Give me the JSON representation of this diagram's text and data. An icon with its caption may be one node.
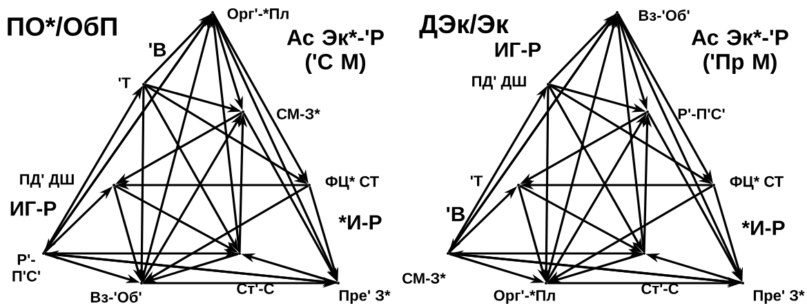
{
  "diagram": {
    "nodes": [
      {
        "text": [
          "Орг'-*Пл"
        ]
      },
      {
        "text": [
          "'Т"
        ]
      },
      {
        "text": [
          "СМ-З*"
        ]
      },
      {
        "text": [
          "ПД' ДШ"
        ]
      },
      {
        "text": [
          "ФЦ* СТ"
        ]
      },
      {
        "text": [
          "Р'- П'С'"
        ]
      },
      {
        "text": [
          "Ст'-С"
        ]
      },
      {
        "text": [
          "Вз-'Об'"
        ]
      },
      {
        "text": [
          "Пре' З*"
        ]
      },
      {
        "text": [
          "Вз-'Об'"
        ]
      },
      {
        "text": [
          "ПД' ДШ"
        ]
      },
      {
        "text": [
          "Р'-П'С'"
        ]
      },
      {
        "text": [
          "'Т"
        ]
      },
      {
        "text": [
          "ФЦ* СТ"
        ]
      },
      {
        "text": [
          "СМ-З*"
        ]
      },
      {
        "text": [
          "Ст'-С"
        ]
      },
      {
        "text": [
          "Орг'-*Пл"
        ]
      },
      {
        "text": [
          "Пре' З*"
        ]
      }
    ],
    "edges": [
      {
        "from": 5,
        "to": 0,
        "arrow": "to"
      },
      {
        "from": 0,
        "to": 5,
        "arrow": "to"
      },
      {
        "from": 5,
        "to": 1,
        "arrow": "to"
      },
      {
        "from": 1,
        "to": 0,
        "arrow": "to"
      },
      {
        "from": 7,
        "to": 0,
        "arrow": "to"
      },
      {
        "from": 0,
        "to": 2,
        "arrow": "to"
      },
      {
        "from": 0,
        "to": 4,
        "arrow": "to"
      },
      {
        "from": 0,
        "to": 8,
        "arrow": "to"
      },
      {
        "from": 6,
        "to": 0,
        "arrow": "to"
      },
      {
        "from": 1,
        "to": 2,
        "arrow": "to"
      },
      {
        "from": 1,
        "to": 4,
        "arrow": "to"
      },
      {
        "from": 1,
        "to": 6,
        "arrow": "to"
      },
      {
        "from": 1,
        "to": 7,
        "arrow": "to"
      },
      {
        "from": 2,
        "to": 3,
        "arrow": "to"
      },
      {
        "from": 6,
        "to": 2,
        "arrow": "to"
      },
      {
        "from": 7,
        "to": 2,
        "arrow": "to"
      },
      {
        "from": 2,
        "to": 8,
        "arrow": "to"
      },
      {
        "from": 4,
        "to": 3,
        "arrow": "to"
      },
      {
        "from": 5,
        "to": 3,
        "arrow": "to"
      },
      {
        "from": 3,
        "to": 6,
        "arrow": "to"
      },
      {
        "from": 3,
        "to": 7,
        "arrow": "to"
      },
      {
        "from": 4,
        "to": 7,
        "arrow": "to"
      },
      {
        "from": 5,
        "to": 6,
        "arrow": "to"
      },
      {
        "from": 5,
        "to": 8,
        "arrow": "to"
      },
      {
        "from": 8,
        "to": 5,
        "arrow": "to"
      },
      {
        "from": 7,
        "to": 8,
        "arrow": "to"
      },
      {
        "from": 4,
        "to": 8,
        "arrow": "to"
      },
      {
        "from": 8,
        "to": 6,
        "arrow": "to"
      },
      {
        "from": 5,
        "to": 7,
        "arrow": "to"
      },
      {
        "from": 6,
        "to": 7,
        "arrow": "to"
      },
      {
        "from": 14,
        "to": 9,
        "arrow": "to"
      },
      {
        "from": 9,
        "to": 14,
        "arrow": "to"
      },
      {
        "from": 14,
        "to": 10,
        "arrow": "to"
      },
      {
        "from": 10,
        "to": 9,
        "arrow": "to"
      },
      {
        "from": 16,
        "to": 9,
        "arrow": "to"
      },
      {
        "from": 9,
        "to": 11,
        "arrow": "to"
      },
      {
        "from": 9,
        "to": 13,
        "arrow": "to"
      },
      {
        "from": 9,
        "to": 17,
        "arrow": "to"
      },
      {
        "from": 15,
        "to": 9,
        "arrow": "to"
      },
      {
        "from": 10,
        "to": 11,
        "arrow": "to"
      },
      {
        "from": 10,
        "to": 13,
        "arrow": "to"
      },
      {
        "from": 10,
        "to": 15,
        "arrow": "to"
      },
      {
        "from": 10,
        "to": 16,
        "arrow": "to"
      },
      {
        "from": 11,
        "to": 12,
        "arrow": "to"
      },
      {
        "from": 15,
        "to": 11,
        "arrow": "to"
      },
      {
        "from": 16,
        "to": 11,
        "arrow": "to"
      },
      {
        "from": 11,
        "to": 17,
        "arrow": "to"
      },
      {
        "from": 13,
        "to": 12,
        "arrow": "to"
      },
      {
        "from": 14,
        "to": 12,
        "arrow": "to"
      },
      {
        "from": 12,
        "to": 15,
        "arrow": "to"
      },
      {
        "from": 12,
        "to": 16,
        "arrow": "to"
      },
      {
        "from": 13,
        "to": 16,
        "arrow": "to"
      },
      {
        "from": 14,
        "to": 15,
        "arrow": "to"
      },
      {
        "from": 14,
        "to": 17,
        "arrow": "to"
      },
      {
        "from": 17,
        "to": 14,
        "arrow": "to"
      },
      {
        "from": 16,
        "to": 17,
        "arrow": "to"
      },
      {
        "from": 13,
        "to": 17,
        "arrow": "to"
      },
      {
        "from": 17,
        "to": 15,
        "arrow": "to"
      },
      {
        "from": 14,
        "to": 16,
        "arrow": "to"
      },
      {
        "from": 15,
        "to": 16,
        "arrow": "to"
      }
    ],
    "labels": [
      "ПО*/ОбП",
      "'В",
      "Ас Эк*-'Р ('С М)",
      "ИГ-Р",
      "*И-Р",
      "ДЭк/Эк",
      "ИГ-Р",
      "Ас Эк*-'Р ('Пр М)",
      "'В",
      "*И-Р"
    ]
  }
}
